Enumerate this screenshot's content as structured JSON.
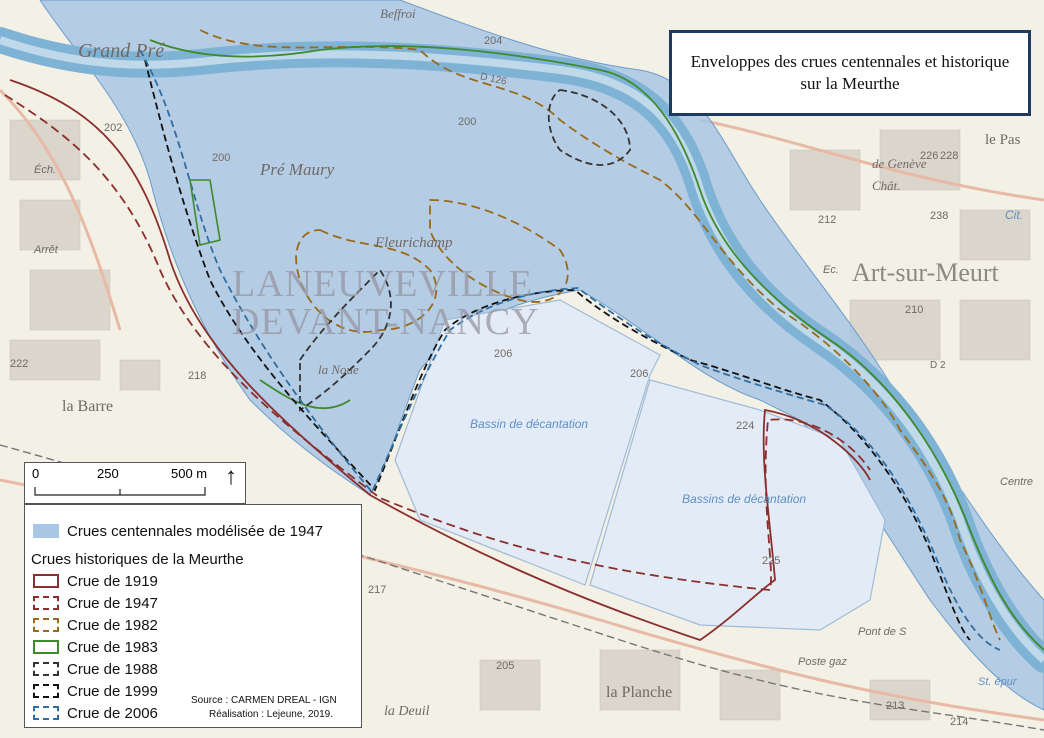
{
  "title": "Enveloppes des crues centennales et historique sur la Meurthe",
  "place_labels": {
    "grand_pre": "Grand Pré",
    "beffroi": "Beffroi",
    "pre_maury": "Pré Maury",
    "fleurichamp": "Fleurichamp",
    "laneuveville": "LANEUVEVILLE",
    "devant_nancy": "DEVANT-NANCY",
    "la_noue": "la Noue",
    "la_barre": "la Barre",
    "art_sur_meurthe": "Art-sur-Meurt",
    "le_pas": "le Pas",
    "de_geneve": "de Genève",
    "chat": "Chât.",
    "cit": "Cit.",
    "la_planche": "la Planche",
    "la_deuil": "la Deuil",
    "poste_gaz": "Poste gaz",
    "pont_de_s": "Pont de S",
    "st_epur": "St. épur",
    "centre": "Centre",
    "arret": "Arrêt",
    "ech": "Éch.",
    "ec": "Ec.",
    "basin_1": "Bassin de décantation",
    "basin_2": "Bassins de décantation"
  },
  "elevations": [
    "204",
    "202",
    "200",
    "200",
    "226",
    "228",
    "238",
    "212",
    "210",
    "206",
    "206",
    "224",
    "225",
    "218",
    "222",
    "217",
    "205",
    "213",
    "214"
  ],
  "road_label": "D 126",
  "road_label_2": "D 2",
  "scale_bar": {
    "labels": [
      "0",
      "250",
      "500 m"
    ]
  },
  "north_arrow": "↑",
  "legend": {
    "centennial_label": "Crues centennales modélisée de 1947",
    "historic_heading": "Crues historiques de la Meurthe",
    "items": [
      {
        "label": "Crue de 1919",
        "color": "#8b2e2e",
        "style": "solid"
      },
      {
        "label": "Crue de 1947",
        "color": "#8b2e2e",
        "style": "dashed"
      },
      {
        "label": "Crue de 1982",
        "color": "#9a6a18",
        "style": "dashed"
      },
      {
        "label": "Crue de 1983",
        "color": "#3f8a2a",
        "style": "solid"
      },
      {
        "label": "Crue de 1988",
        "color": "#333333",
        "style": "dashed"
      },
      {
        "label": "Crue de 1999",
        "color": "#111111",
        "style": "dashed"
      },
      {
        "label": "Crue de 2006",
        "color": "#2f6ea0",
        "style": "dashed"
      }
    ],
    "source": "Source : CARMEN DREAL - IGN",
    "credit": "Réalisation : Lejeune, 2019."
  },
  "colors": {
    "flood_fill": "#a9c6e4",
    "river": "#7fb3d5",
    "basin_fill": "#e3ecf6",
    "title_border": "#1e3a5f"
  }
}
